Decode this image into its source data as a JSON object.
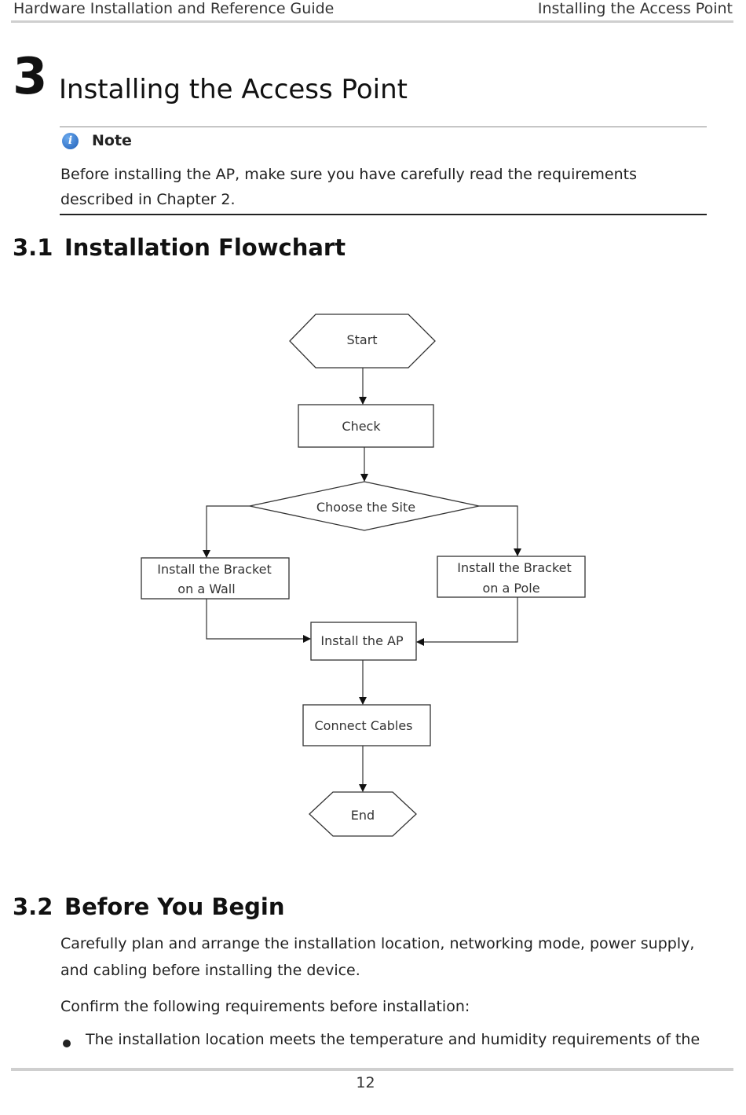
{
  "header": {
    "left": "Hardware Installation and Reference Guide",
    "right": "Installing the Access Point"
  },
  "chapter": {
    "number": "3",
    "title": "Installing the Access Point"
  },
  "note": {
    "icon": "info-icon",
    "label": "Note",
    "text": "Before installing the AP, make sure you have carefully read the requirements described in Chapter 2."
  },
  "section_1": {
    "number": "3.1",
    "title": "Installation Flowchart"
  },
  "flowchart": {
    "start": "Start",
    "check": "Check",
    "choose_site": "Choose the Site",
    "wall_line1": "Install the Bracket",
    "wall_line2": "on a Wall",
    "pole_line1": "Install the Bracket",
    "pole_line2": "on a Pole",
    "install_ap": "Install the AP",
    "connect_cables": "Connect Cables",
    "end": "End"
  },
  "section_2": {
    "number": "3.2",
    "title": "Before You Begin",
    "paragraph1": "Carefully plan and arrange the installation location, networking mode, power supply, and cabling before installing the device.",
    "paragraph2": "Confirm the following requirements before installation:",
    "bullet1": "The installation location meets the temperature and humidity requirements of the"
  },
  "footer": {
    "page_number": "12"
  }
}
